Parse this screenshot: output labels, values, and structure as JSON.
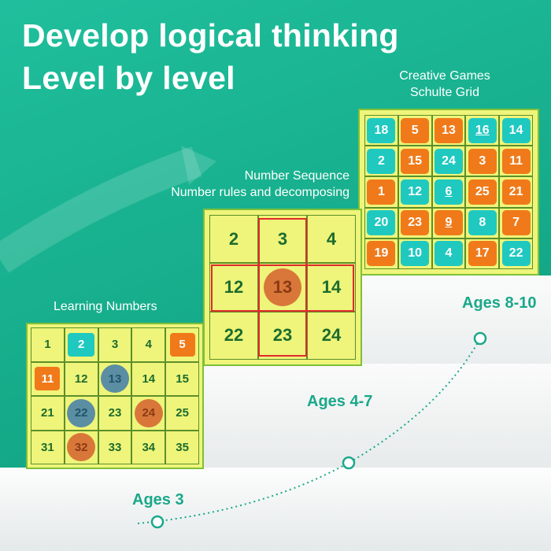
{
  "headline": {
    "line1": "Develop logical thinking",
    "line2": "Level by level"
  },
  "levels": [
    {
      "title": "Learning Numbers",
      "age": "Ages 3",
      "numbers": [
        1,
        2,
        3,
        4,
        5,
        11,
        12,
        13,
        14,
        15,
        21,
        22,
        23,
        24,
        25,
        31,
        32,
        33,
        34,
        35
      ],
      "marks": {
        "2": "teal-square",
        "5": "orange-square",
        "11": "orange-square",
        "13": "blue-circle",
        "22": "blue-circle",
        "24": "orange-circle",
        "32": "orange-circle"
      }
    },
    {
      "title": "Number Sequence",
      "subtitle": "Number rules and decomposing",
      "age": "Ages 4-7",
      "numbers": [
        2,
        3,
        4,
        12,
        13,
        14,
        22,
        23,
        24
      ],
      "highlight": 13
    },
    {
      "title": "Creative Games",
      "subtitle": "Schulte Grid",
      "age": "Ages 8-10",
      "numbers": [
        18,
        5,
        13,
        16,
        14,
        2,
        15,
        24,
        3,
        11,
        1,
        12,
        6,
        25,
        21,
        20,
        23,
        9,
        8,
        7,
        19,
        10,
        4,
        17,
        22
      ],
      "colors": [
        "t",
        "o",
        "o",
        "t",
        "t",
        "t",
        "o",
        "t",
        "o",
        "o",
        "o",
        "t",
        "t",
        "o",
        "o",
        "t",
        "o",
        "o",
        "t",
        "o",
        "o",
        "t",
        "t",
        "o",
        "t"
      ],
      "underlined": [
        16,
        6,
        9
      ]
    }
  ],
  "palette": {
    "teal": "#1fc9c0",
    "orange": "#f07a1a",
    "blue": "#5b8ea3",
    "orange_circle": "#d9773a",
    "red": "#e02a2a"
  }
}
